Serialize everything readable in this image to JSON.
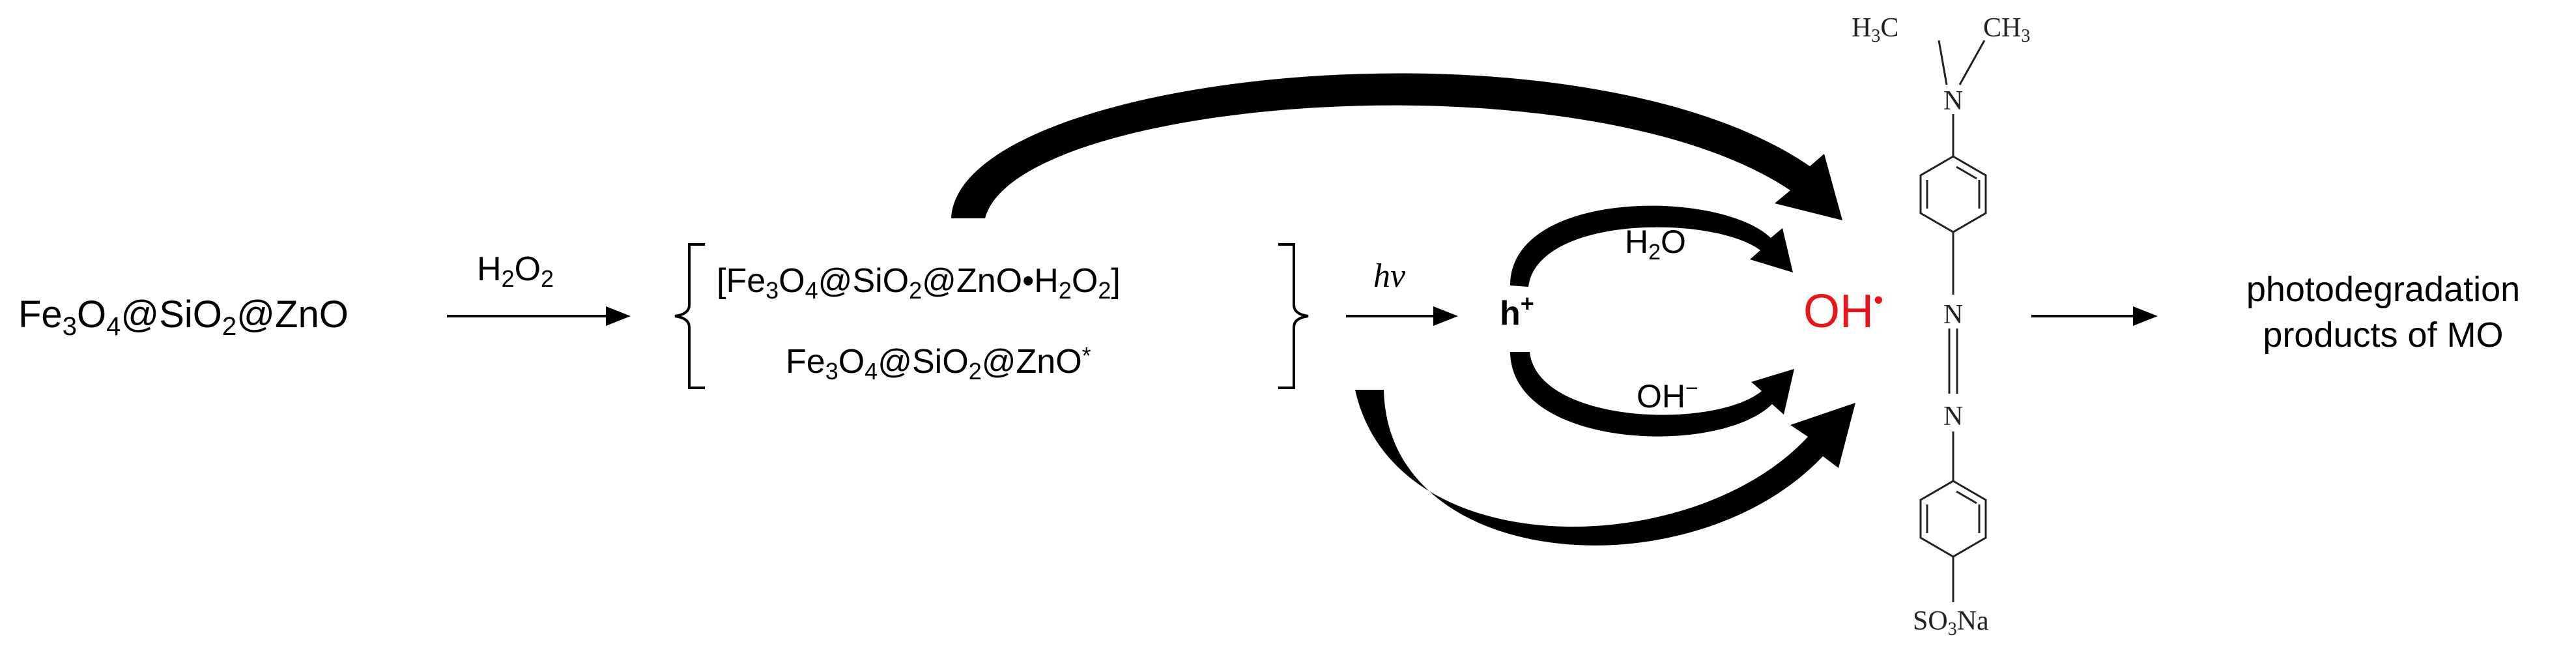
{
  "reactant": {
    "fe": "Fe",
    "fe_sub": "3",
    "o1": "O",
    "o1_sub": "4",
    "at1": "@SiO",
    "si_sub": "2",
    "at2": "@ZnO"
  },
  "step1": {
    "h": "H",
    "h_sub": "2",
    "o": "O",
    "o_sub": "2"
  },
  "bracket_top": {
    "open": "[Fe",
    "fe_sub": "3",
    "o": "O",
    "o_sub": "4",
    "si": "@SiO",
    "si_sub": "2",
    "zn": "@ZnO•H",
    "h_sub": "2",
    "o2": "O",
    "o2_sub": "2",
    "close": "]"
  },
  "bracket_bottom": {
    "fe": "Fe",
    "fe_sub": "3",
    "o": "O",
    "o_sub": "4",
    "si": "@SiO",
    "si_sub": "2",
    "zn": "@ZnO",
    "star": "*"
  },
  "step2": {
    "label": "hν"
  },
  "hole": {
    "h": "h",
    "plus": "+"
  },
  "water": {
    "h": "H",
    "h_sub": "2",
    "o": "O"
  },
  "hydroxide": {
    "oh": "OH",
    "minus": "−"
  },
  "radical": {
    "oh": "OH",
    "dot": "•",
    "color": "#e8141b"
  },
  "molecule": {
    "h3c": "H",
    "h3c_sub": "3",
    "h3c_c": "C",
    "ch3": "CH",
    "ch3_sub": "3",
    "n_top": "N",
    "n_azo1": "N",
    "n_azo2": "N",
    "so3na_s": "SO",
    "so3na_sub": "3",
    "so3na_na": "Na"
  },
  "product": {
    "line1": "photodegradation",
    "line2": "products of MO"
  }
}
